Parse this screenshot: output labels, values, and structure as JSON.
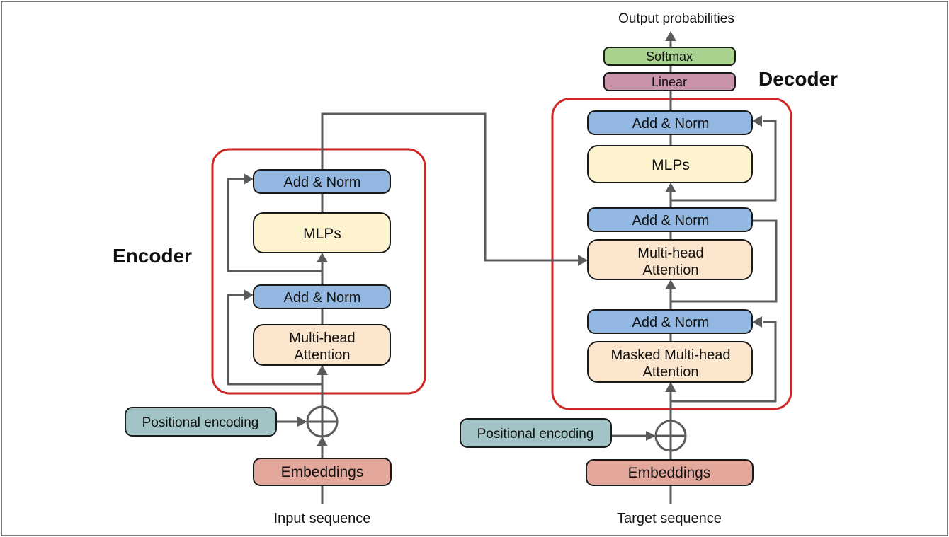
{
  "colors": {
    "add_norm_fill": "#92b7e0",
    "mlp_fill": "#fdf3cf",
    "attention_fill": "#fbe5cd",
    "softmax_fill": "#a9d28f",
    "linear_fill": "#c993aa",
    "positional_fill": "#a3c4c6",
    "embedding_fill": "#e4a79c",
    "outline_red": "#cf2724",
    "connector_gray": "#5b5b5b"
  },
  "labels": {
    "output_probabilities": "Output probabilities",
    "softmax": "Softmax",
    "linear": "Linear",
    "decoder_title": "Decoder",
    "encoder_title": "Encoder",
    "add_norm": "Add & Norm",
    "mlps": "MLPs",
    "multi_head_line1": "Multi-head",
    "multi_head_line2": "Attention",
    "masked_multi_head_line1": "Masked Multi-head",
    "masked_multi_head_line2": "Attention",
    "positional_encoding": "Positional encoding",
    "embeddings": "Embeddings",
    "input_sequence": "Input sequence",
    "target_sequence": "Target sequence"
  },
  "structure": {
    "encoder_blocks_bottom_to_top": [
      "Multi-head Attention",
      "Add & Norm",
      "MLPs",
      "Add & Norm"
    ],
    "decoder_blocks_bottom_to_top": [
      "Masked Multi-head Attention",
      "Add & Norm",
      "Multi-head Attention",
      "Add & Norm",
      "MLPs",
      "Add & Norm"
    ],
    "output_head_bottom_to_top": [
      "Linear",
      "Softmax"
    ],
    "inputs": [
      "Input sequence",
      "Target sequence"
    ]
  }
}
